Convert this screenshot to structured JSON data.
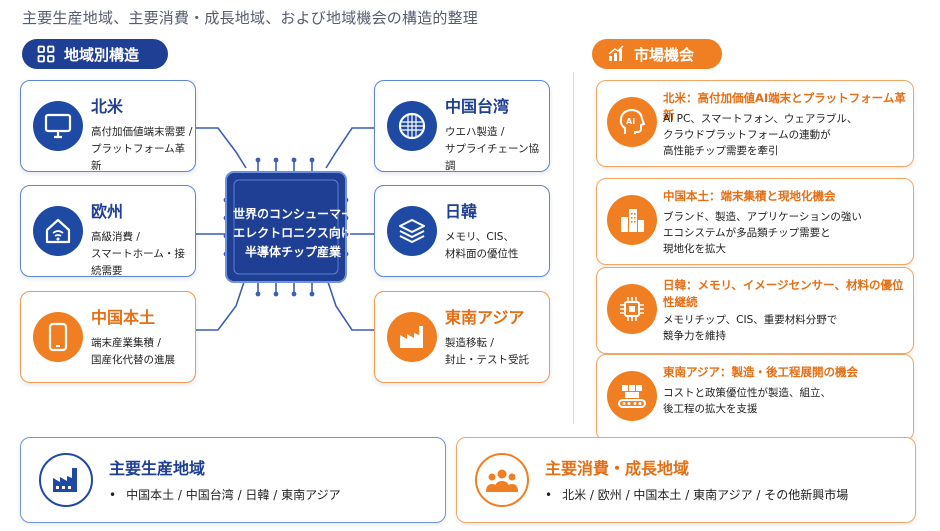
{
  "title": "主要生産地域、主要消費・成長地域、および地域機会の構造的整理",
  "left_header": {
    "label": "地域別構造",
    "icon": "grid-icon"
  },
  "right_header": {
    "label": "市場機会",
    "icon": "bar-chart-icon"
  },
  "chip": {
    "label": "世界のコンシューマー\nエレクトロニクス向け\n半導体チップ産業"
  },
  "regions": {
    "na": {
      "name": "北米",
      "desc": "高付加価値端末需要 /\nプラットフォーム革新",
      "icon": "monitor-icon"
    },
    "eu": {
      "name": "欧州",
      "desc": "高級消費 /\nスマートホーム・接続需要",
      "icon": "smart-home-icon"
    },
    "cn": {
      "name": "中国本土",
      "desc": "端末産業集積 /\n国産化代替の進展",
      "icon": "smartphone-icon"
    },
    "tw": {
      "name": "中国台湾",
      "desc": "ウエハ製造 /\nサプライチェーン協調",
      "icon": "wafer-icon"
    },
    "jk": {
      "name": "日韓",
      "desc": "メモリ、CIS、\n材料面の優位性",
      "icon": "layers-icon"
    },
    "sea": {
      "name": "東南アジア",
      "desc": "製造移転 /\n封止・テスト受託",
      "icon": "factory-icon"
    }
  },
  "opportunities": [
    {
      "head": "北米：高付加価値AI端末とプラットフォーム革新",
      "body": "AI PC、スマートフォン、ウェアラブル、\nクラウドプラットフォームの連動が\n高性能チップ需要を牽引",
      "icon": "ai-head-icon"
    },
    {
      "head": "中国本土：端末集積と現地化機会",
      "body": "ブランド、製造、アプリケーションの強い\nエコシステムが多品類チップ需要と\n現地化を拡大",
      "icon": "buildings-icon"
    },
    {
      "head": "日韓：メモリ、イメージセンサー、材料の優位性継続",
      "body": "メモリチップ、CIS、重要材料分野で\n競争力を維持",
      "icon": "chip-icon"
    },
    {
      "head": "東南アジア：製造・後工程展開の機会",
      "body": "コストと政策優位性が製造、組立、\n後工程の拡大を支援",
      "icon": "assembly-line-icon"
    }
  ],
  "production": {
    "title": "主要生産地域",
    "items": "中国本土 / 中国台湾 / 日韓 / 東南アジア",
    "icon": "factory-icon"
  },
  "consumption": {
    "title": "主要消費・成長地域",
    "items": "北米 / 欧州 / 中国本土 / 東南アジア / その他新興市場",
    "icon": "people-icon"
  },
  "colors": {
    "blue": "#1e3f93",
    "orange": "#ef7f22"
  }
}
